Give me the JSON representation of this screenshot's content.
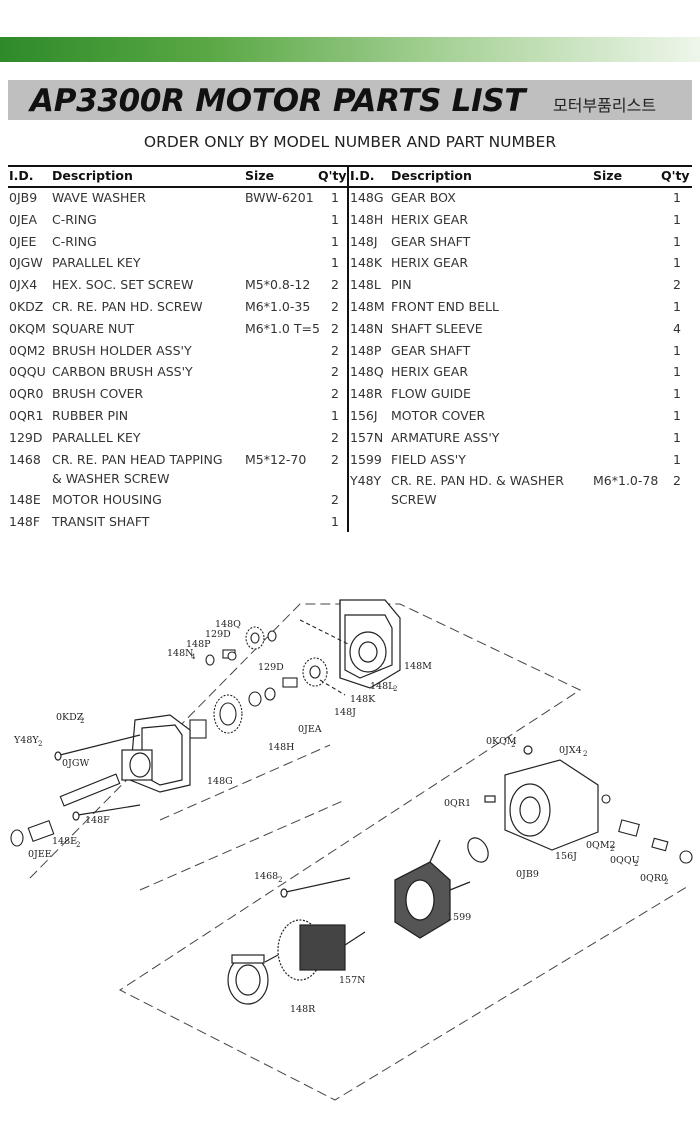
{
  "page": {
    "title": "AP3300R MOTOR PARTS LIST",
    "title_korean": "모터부품리스트",
    "subtitle": "ORDER ONLY BY MODEL NUMBER AND PART NUMBER",
    "accent_color": "#3d9a36"
  },
  "table": {
    "headers": {
      "id": "I.D.",
      "description": "Description",
      "size": "Size",
      "qty": "Q'ty"
    },
    "left": [
      {
        "id": "0JB9",
        "desc": "WAVE WASHER",
        "size": "BWW-6201",
        "qty": "1"
      },
      {
        "id": "0JEA",
        "desc": "C-RING",
        "size": "",
        "qty": "1"
      },
      {
        "id": "0JEE",
        "desc": "C-RING",
        "size": "",
        "qty": "1"
      },
      {
        "id": "0JGW",
        "desc": "PARALLEL KEY",
        "size": "",
        "qty": "1"
      },
      {
        "id": "0JX4",
        "desc": "HEX. SOC. SET SCREW",
        "size": "M5*0.8-12",
        "qty": "2"
      },
      {
        "id": "0KDZ",
        "desc": "CR. RE. PAN HD. SCREW",
        "size": "M6*1.0-35",
        "qty": "2"
      },
      {
        "id": "0KQM",
        "desc": "SQUARE NUT",
        "size": "M6*1.0 T=5",
        "qty": "2"
      },
      {
        "id": "0QM2",
        "desc": "BRUSH HOLDER ASS'Y",
        "size": "",
        "qty": "2"
      },
      {
        "id": "0QQU",
        "desc": "CARBON BRUSH ASS'Y",
        "size": "",
        "qty": "2"
      },
      {
        "id": "0QR0",
        "desc": "BRUSH COVER",
        "size": "",
        "qty": "2"
      },
      {
        "id": "0QR1",
        "desc": "RUBBER PIN",
        "size": "",
        "qty": "1"
      },
      {
        "id": "129D",
        "desc": "PARALLEL KEY",
        "size": "",
        "qty": "2"
      },
      {
        "id": "1468",
        "desc": "CR. RE. PAN HEAD TAPPING",
        "desc2": "& WASHER SCREW",
        "size": "M5*12-70",
        "qty": "2"
      },
      {
        "id": "148E",
        "desc": "MOTOR HOUSING",
        "size": "",
        "qty": "2"
      },
      {
        "id": "148F",
        "desc": "TRANSIT SHAFT",
        "size": "",
        "qty": "1"
      }
    ],
    "right": [
      {
        "id": "148G",
        "desc": "GEAR BOX",
        "size": "",
        "qty": "1"
      },
      {
        "id": "148H",
        "desc": "HERIX GEAR",
        "size": "",
        "qty": "1"
      },
      {
        "id": "148J",
        "desc": "GEAR SHAFT",
        "size": "",
        "qty": "1"
      },
      {
        "id": "148K",
        "desc": "HERIX GEAR",
        "size": "",
        "qty": "1"
      },
      {
        "id": "148L",
        "desc": "PIN",
        "size": "",
        "qty": "2"
      },
      {
        "id": "148M",
        "desc": "FRONT END BELL",
        "size": "",
        "qty": "1"
      },
      {
        "id": "148N",
        "desc": "SHAFT SLEEVE",
        "size": "",
        "qty": "4"
      },
      {
        "id": "148P",
        "desc": "GEAR SHAFT",
        "size": "",
        "qty": "1"
      },
      {
        "id": "148Q",
        "desc": "HERIX GEAR",
        "size": "",
        "qty": "1"
      },
      {
        "id": "148R",
        "desc": "FLOW GUIDE",
        "size": "",
        "qty": "1"
      },
      {
        "id": "156J",
        "desc": "MOTOR COVER",
        "size": "",
        "qty": "1"
      },
      {
        "id": "157N",
        "desc": "ARMATURE ASS'Y",
        "size": "",
        "qty": "1"
      },
      {
        "id": "1599",
        "desc": "FIELD ASS'Y",
        "size": "",
        "qty": "1"
      },
      {
        "id": "Y48Y",
        "desc": "CR. RE. PAN HD. & WASHER",
        "desc2": "SCREW",
        "size": "M6*1.0-78",
        "qty": "2"
      }
    ]
  },
  "diagram": {
    "labels": {
      "p148Q": "148Q",
      "p129D_top": "129D",
      "p148P": "148P",
      "p148N": "148N",
      "p148N_sub": "4",
      "p148M": "148M",
      "p129D_mid": "129D",
      "p148L": "148L",
      "p148L_sub": "2",
      "p148K": "148K",
      "p148J": "148J",
      "p0JEA": "0JEA",
      "p0KDZ": "0KDZ",
      "p0KDZ_sub": "2",
      "pY48Y": "Y48Y",
      "pY48Y_sub": "2",
      "p0JGW": "0JGW",
      "p148H": "148H",
      "p148G": "148G",
      "p148F": "148F",
      "p148E": "148E",
      "p148E_sub": "2",
      "p0JEE": "0JEE",
      "p0KQM": "0KQM",
      "p0KQM_sub": "2",
      "p0JX4": "0JX4",
      "p0JX4_sub": "2",
      "p0QR1": "0QR1",
      "p156J": "156J",
      "p0QM2": "0QM2",
      "p0QM2_sub": "2",
      "p0QQU": "0QQU",
      "p0QQU_sub": "2",
      "p0QR0": "0QR0",
      "p0QR0_sub": "2",
      "p0JB9": "0JB9",
      "p1468": "1468",
      "p1468_sub": "2",
      "p1599": "1599",
      "p157N": "157N",
      "p148R": "148R"
    }
  }
}
